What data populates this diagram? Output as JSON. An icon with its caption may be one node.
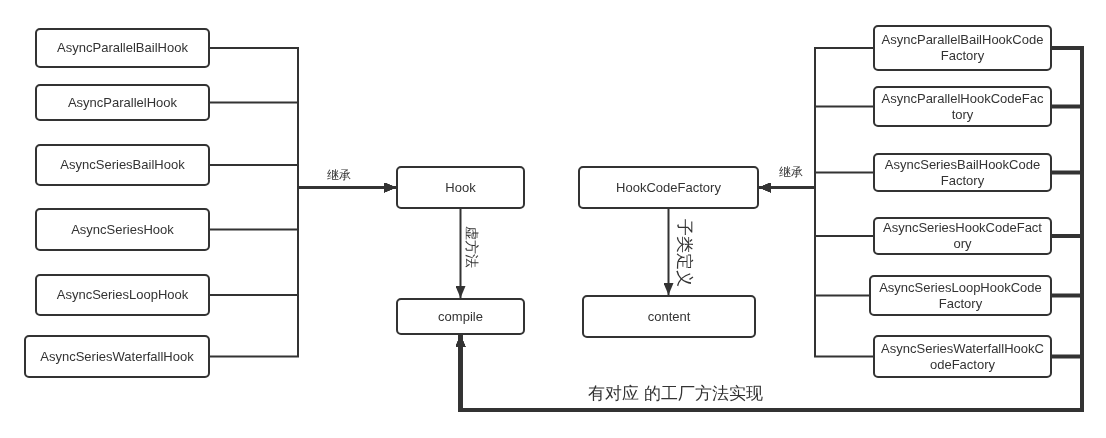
{
  "diagram": {
    "nodes": [
      {
        "text": [
          "AsyncParallelBailHook"
        ]
      },
      {
        "text": [
          "AsyncParallelHook"
        ]
      },
      {
        "text": [
          "AsyncSeriesBailHook"
        ]
      },
      {
        "text": [
          "AsyncSeriesHook"
        ]
      },
      {
        "text": [
          "AsyncSeriesLoopHook"
        ]
      },
      {
        "text": [
          "AsyncSeriesWaterfallHook"
        ]
      },
      {
        "text": [
          "Hook"
        ]
      },
      {
        "text": [
          "compile"
        ]
      },
      {
        "text": [
          "HookCodeFactory"
        ]
      },
      {
        "text": [
          "content"
        ]
      },
      {
        "text": [
          "AsyncParallelBailHookCodeFactory"
        ]
      },
      {
        "text": [
          "AsyncParallelHookCodeFactory"
        ]
      },
      {
        "text": [
          "AsyncSeriesBailHookCodeFactory"
        ]
      },
      {
        "text": [
          "AsyncSeriesHookCodeFactory"
        ]
      },
      {
        "text": [
          "AsyncSeriesLoopHookCodeFactory"
        ]
      },
      {
        "text": [
          "AsyncSeriesWaterfallHookCodeFactory"
        ]
      }
    ],
    "edges": [
      {
        "from": 0,
        "to": 6,
        "arrow": "to",
        "label": "继承"
      },
      {
        "from": 1,
        "to": 6,
        "arrow": "to"
      },
      {
        "from": 2,
        "to": 6,
        "arrow": "to"
      },
      {
        "from": 3,
        "to": 6,
        "arrow": "to"
      },
      {
        "from": 4,
        "to": 6,
        "arrow": "to"
      },
      {
        "from": 5,
        "to": 6,
        "arrow": "to"
      },
      {
        "from": 6,
        "to": 7,
        "arrow": "to",
        "label": "虚方法"
      },
      {
        "from": 10,
        "to": 8,
        "arrow": "to",
        "label": "继承"
      },
      {
        "from": 11,
        "to": 8,
        "arrow": "to"
      },
      {
        "from": 12,
        "to": 8,
        "arrow": "to"
      },
      {
        "from": 13,
        "to": 8,
        "arrow": "to"
      },
      {
        "from": 14,
        "to": 8,
        "arrow": "to"
      },
      {
        "from": 15,
        "to": 8,
        "arrow": "to"
      },
      {
        "from": 8,
        "to": 9,
        "arrow": "to",
        "label": "子类定义"
      },
      {
        "from": 10,
        "to": 7,
        "arrow": "to",
        "style": "thick",
        "label": "有对应 的工厂方法实现"
      },
      {
        "from": 11,
        "to": 7,
        "arrow": "to",
        "style": "thick"
      },
      {
        "from": 12,
        "to": 7,
        "arrow": "to",
        "style": "thick"
      },
      {
        "from": 13,
        "to": 7,
        "arrow": "to",
        "style": "thick"
      },
      {
        "from": 14,
        "to": 7,
        "arrow": "to",
        "style": "thick"
      },
      {
        "from": 15,
        "to": 7,
        "arrow": "to",
        "style": "thick"
      }
    ]
  }
}
